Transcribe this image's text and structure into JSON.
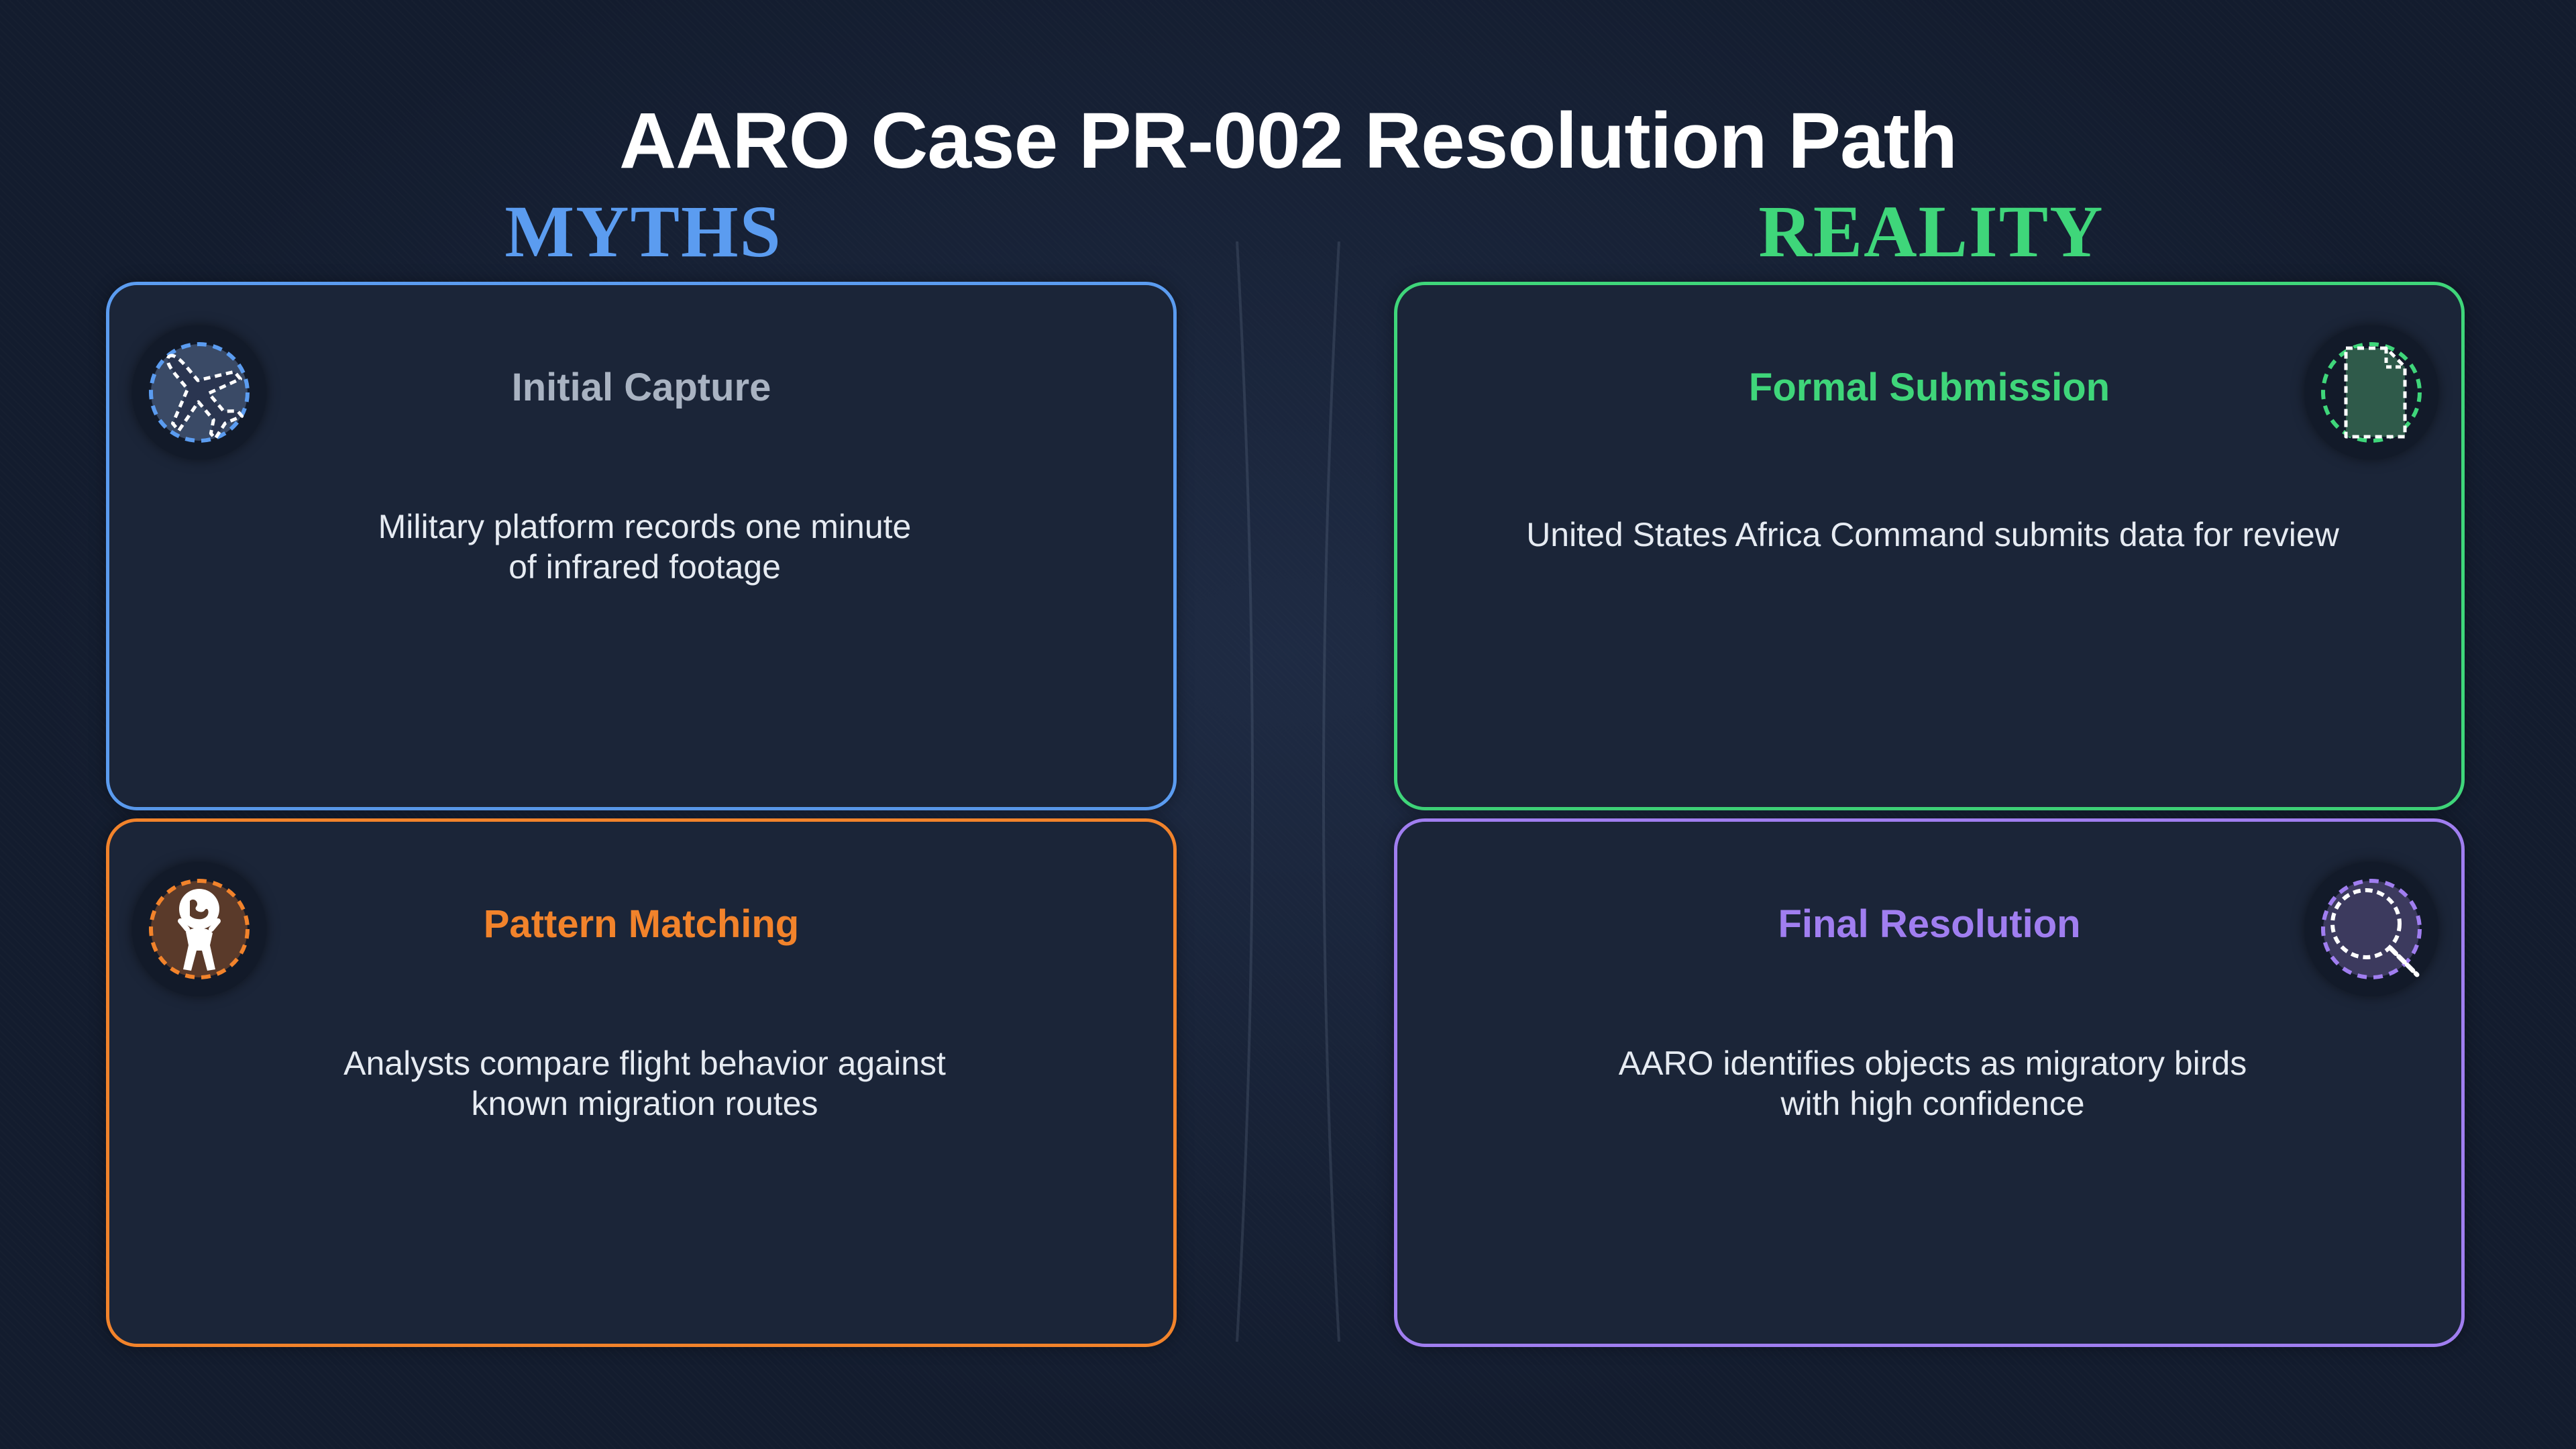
{
  "title": "AARO Case PR-002 Resolution Path",
  "columns": {
    "myths": "MYTHS",
    "reality": "REALITY"
  },
  "colors": {
    "myths": "#5b9cf0",
    "reality": "#3fd67a",
    "orange": "#f2832b",
    "purple": "#a07ef0",
    "background": "#131c2e",
    "card": "#1b2538"
  },
  "cards": [
    {
      "title": "Initial Capture",
      "body_line1": "Military platform records one minute",
      "body_line2": "of infrared footage",
      "icon": "airplane-icon"
    },
    {
      "title": "Formal Submission",
      "body_line1": "United States Africa Command submits data for review",
      "body_line2": "",
      "icon": "document-icon"
    },
    {
      "title": "Pattern Matching",
      "body_line1": "Analysts compare flight behavior against",
      "body_line2": "known migration routes",
      "icon": "atlas-globe-icon"
    },
    {
      "title": "Final Resolution",
      "body_line1": "AARO identifies objects as migratory birds",
      "body_line2": "with high confidence",
      "icon": "magnifier-icon"
    }
  ]
}
